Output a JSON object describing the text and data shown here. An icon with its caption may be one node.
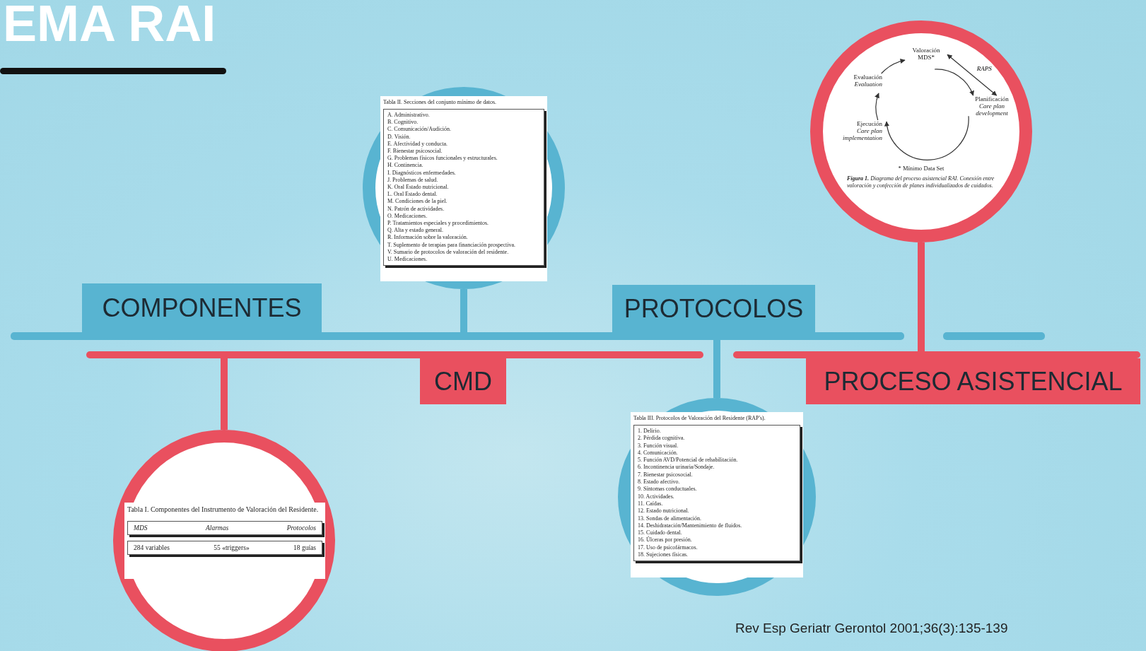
{
  "diagram": {
    "title": "EMA RAI",
    "nodes": [
      {
        "text": [
          "COMPONENTES"
        ]
      },
      {
        "text": [
          "CMD"
        ]
      },
      {
        "text": [
          "PROTOCOLOS"
        ]
      },
      {
        "text": [
          "PROCESO ASISTENCIAL"
        ]
      },
      {
        "text": [],
        "shape": "bar"
      },
      {
        "text": [],
        "shape": "bar"
      },
      {
        "text": [],
        "shape": "bar"
      },
      {
        "text": [],
        "shape": "bar"
      },
      {
        "text": [
          "Tabla II. Secciones del conjunto mínimo de datos.",
          "A. Administrativo.",
          "B. Cognitivo.",
          "C. Comunicación/Audición.",
          "D. Visión.",
          "E. Afectividad y conducta.",
          "F. Bienestar psicosocial.",
          "G. Problemas físicos funcionales y estructurales.",
          "H. Continencia.",
          "I. Diagnósticos enfermedades.",
          "J. Problemas de salud.",
          "K. Oral Estado nutricional.",
          "L. Oral Estado dental.",
          "M. Condiciones de la piel.",
          "N. Patrón de actividades.",
          "O. Medicaciones.",
          "P. Tratamientos especiales y procedimientos.",
          "Q. Alta y estado general.",
          "R. Información sobre la valoración.",
          "T. Suplemento de terapias para financiación prospectiva.",
          "V. Sumario de protocolos de valoración del residente.",
          "U. Medicaciones."
        ]
      },
      {
        "text": [
          "* Mínimo Data Set",
          "**Figura 1.** Diagrama del proceso asistencial RAI. Conexión entre valoración y confección de planes individualizados de cuidados."
        ]
      },
      {
        "text": [
          "Valoración MDS*"
        ],
        "in": 9
      },
      {
        "text": [
          "Planificación",
          "Care plan development"
        ],
        "in": 9
      },
      {
        "text": [
          "Ejecución",
          "Care plan implementation"
        ],
        "in": 9
      },
      {
        "text": [
          "Evaluación",
          "Evaluation"
        ],
        "in": 9
      },
      {
        "text": [
          "Tabla I. Componentes del Instrumento de Valoración del Residente.",
          "MDS",
          "Alarmas",
          "Protocolos",
          "284 variables",
          "55 «triggers»",
          "18 guías"
        ]
      },
      {
        "text": [
          "Tabla III. Protocolos de Valoración del Residente (RAP's).",
          "1. Delirio.",
          "2. Pérdida cognitiva.",
          "3. Función visual.",
          "4. Comunicación.",
          "5. Función AVD/Potencial de rehabilitación.",
          "6. Incontinencia urinaria/Sondaje.",
          "7. Bienestar psicosocial.",
          "8. Estado afectivo.",
          "9. Síntomas conductuales.",
          "10. Actividades.",
          "11. Caídas.",
          "12. Estado nutricional.",
          "13. Sondas de alimentación.",
          "14. Deshidratación/Mantenimiento de fluidos.",
          "15. Cuidado dental.",
          "16. Úlceras por presión.",
          "17. Uso de psicofármacos.",
          "18. Sujeciones físicas."
        ]
      }
    ],
    "edges": [
      {
        "from": 4,
        "to": 8,
        "arrow": "none",
        "style": "thick",
        "color": "#58b4d1"
      },
      {
        "from": 7,
        "to": 9,
        "arrow": "none",
        "style": "thick",
        "color": "#e9505f"
      },
      {
        "from": 6,
        "to": 14,
        "arrow": "none",
        "style": "thick",
        "color": "#e9505f"
      },
      {
        "from": 4,
        "to": 15,
        "arrow": "none",
        "style": "thick",
        "color": "#58b4d1"
      },
      {
        "from": 10,
        "to": 11,
        "arrow": "both",
        "label": "RAPS"
      },
      {
        "from": 10,
        "to": 11,
        "arrow": "to"
      },
      {
        "from": 11,
        "to": 12,
        "arrow": "to"
      },
      {
        "from": 12,
        "to": 13,
        "arrow": "to"
      },
      {
        "from": 13,
        "to": 10,
        "arrow": "to"
      }
    ],
    "labels": [
      "Rev Esp Geriatr Gerontol 2001;36(3):135-139"
    ]
  }
}
